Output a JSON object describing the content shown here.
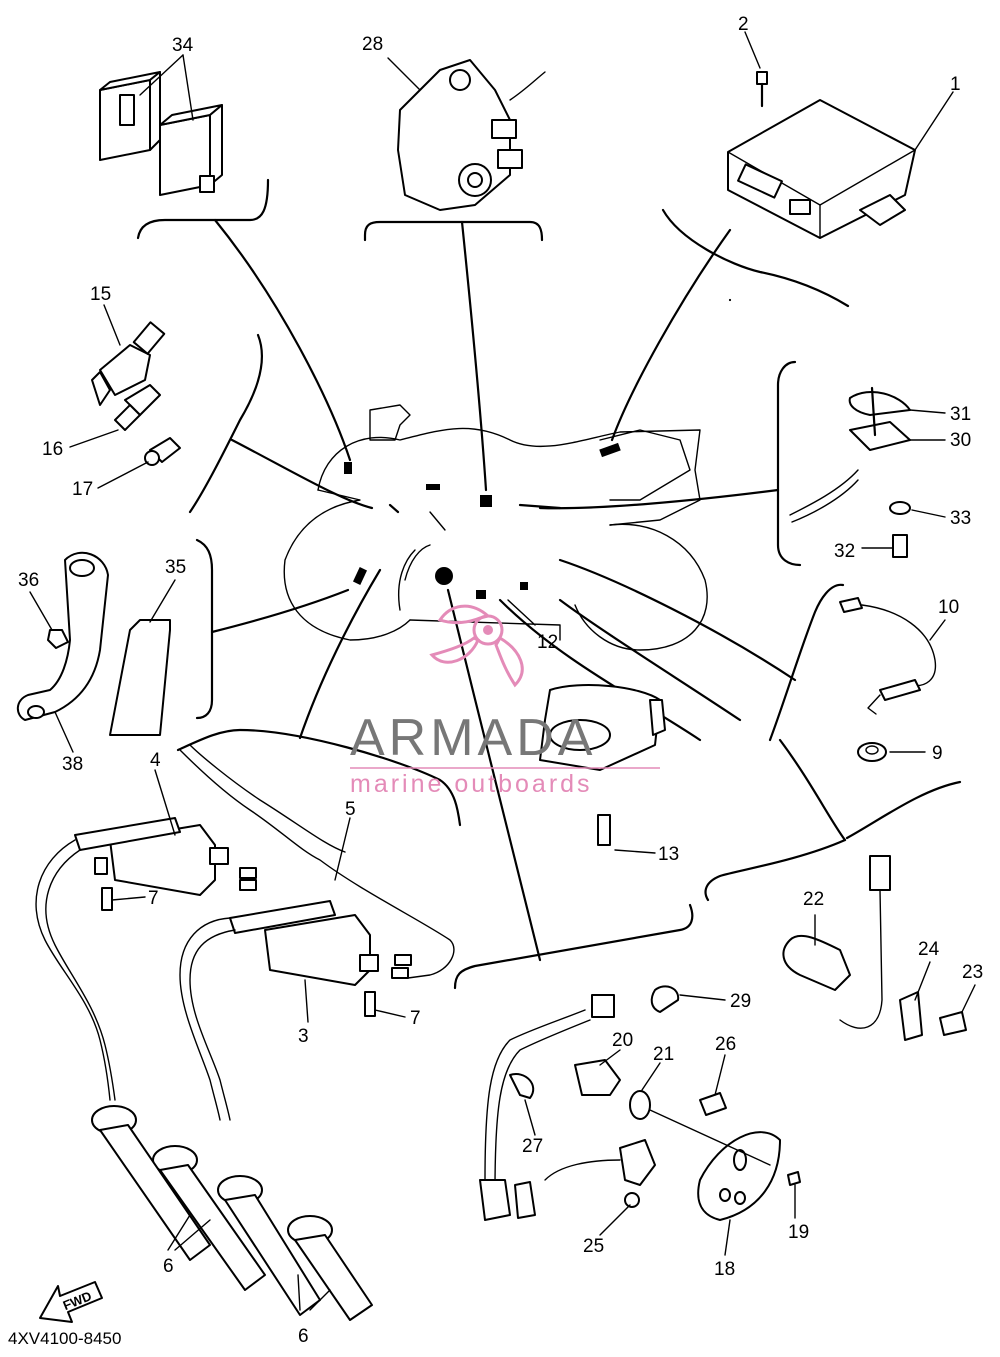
{
  "diagram": {
    "part_code": "4XV4100-8450",
    "fwd_label": "FWD",
    "watermark": {
      "brand": "ARMADA",
      "tagline": "marine outboards",
      "accent": "#e48bb8"
    },
    "callouts": [
      "1",
      "2",
      "3",
      "4",
      "5",
      "6",
      "6",
      "7",
      "7",
      "9",
      "10",
      "12",
      "13",
      "15",
      "16",
      "17",
      "18",
      "19",
      "20",
      "21",
      "22",
      "23",
      "24",
      "25",
      "26",
      "27",
      "28",
      "29",
      "30",
      "31",
      "32",
      "33",
      "34",
      "35",
      "36",
      "38"
    ]
  }
}
